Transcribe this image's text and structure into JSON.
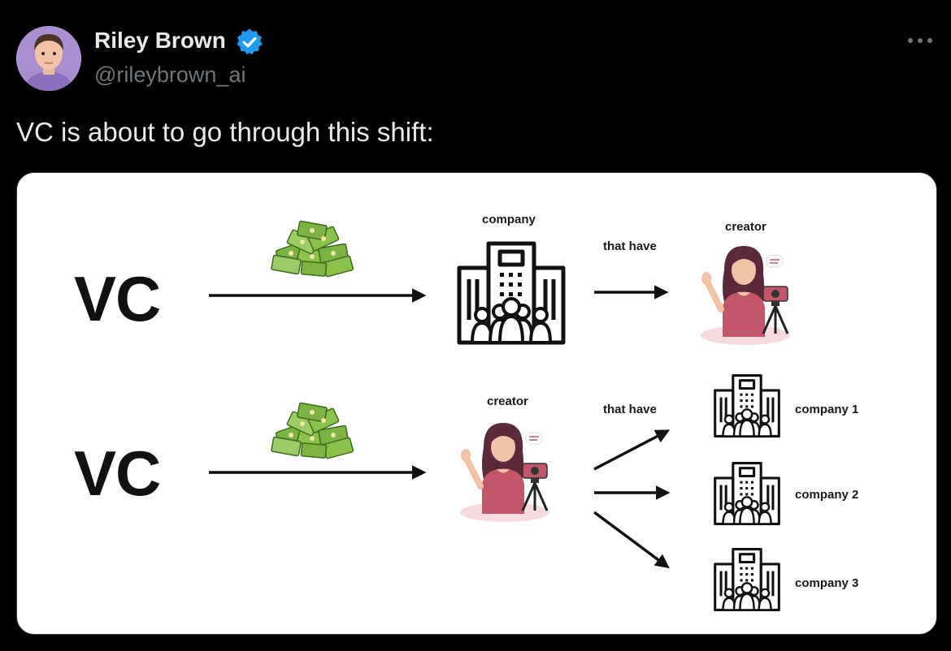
{
  "tweet": {
    "author_name": "Riley Brown",
    "author_handle": "@rileybrown_ai",
    "verified": true,
    "text": "VC is about to go through this shift:"
  },
  "diagram": {
    "row1": {
      "source": "VC",
      "company_label": "company",
      "connector_label": "that have",
      "creator_label": "creator"
    },
    "row2": {
      "source": "VC",
      "creator_label": "creator",
      "connector_label": "that have",
      "companies": [
        "company 1",
        "company 2",
        "company 3"
      ]
    }
  },
  "colors": {
    "background": "#000000",
    "text": "#e7e9ea",
    "muted": "#71767b",
    "verified": "#1d9bf0",
    "money": "#7cb342",
    "shirt": "#c2566a",
    "hair": "#5a2a3a"
  }
}
